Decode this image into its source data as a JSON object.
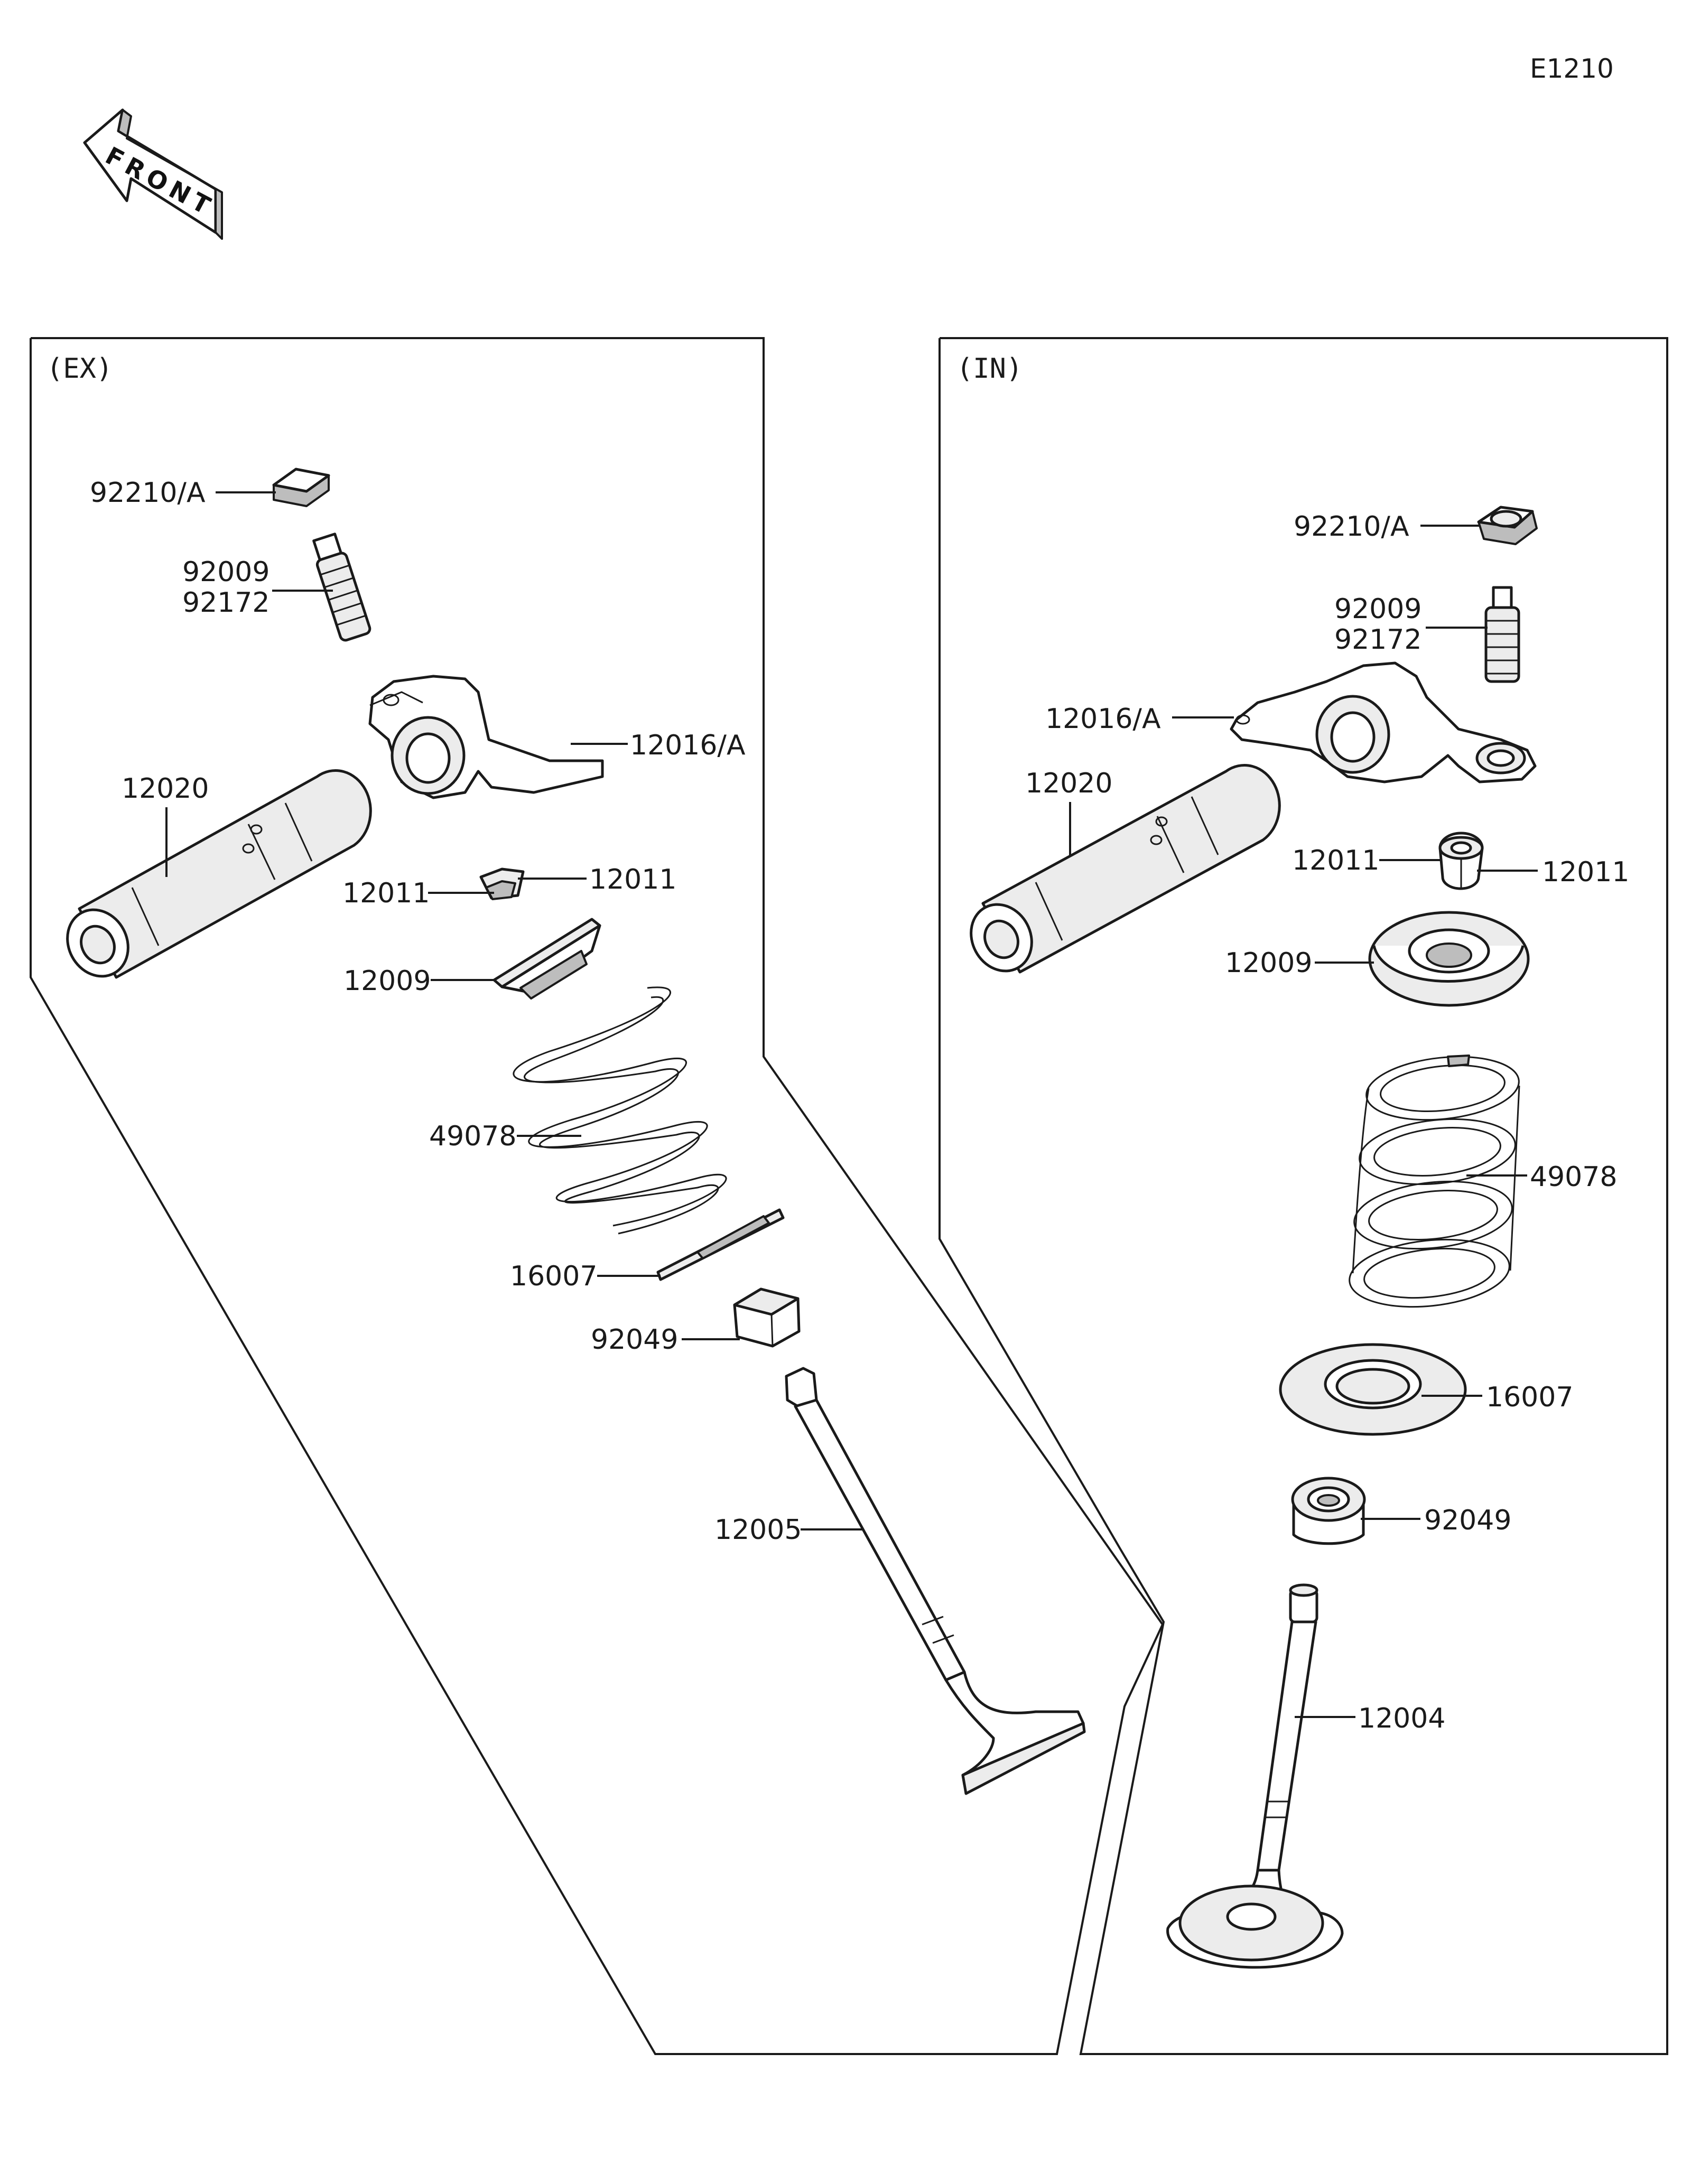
{
  "diagram_ref": "E1210",
  "front_arrow_label": "FRONT",
  "sections": {
    "ex": {
      "title": "(EX)",
      "labels": {
        "nut": "92210/A",
        "screw_a": "92009",
        "screw_b": "92172",
        "rocker_arm": "12016/A",
        "shaft": "12020",
        "keeper_left": "12011",
        "keeper_right": "12011",
        "retainer": "12009",
        "spring": "49078",
        "spring_seat": "16007",
        "seal": "92049",
        "valve": "12005"
      }
    },
    "in": {
      "title": "(IN)",
      "labels": {
        "nut": "92210/A",
        "screw_a": "92009",
        "screw_b": "92172",
        "rocker_arm": "12016/A",
        "shaft": "12020",
        "keeper_left": "12011",
        "keeper_right": "12011",
        "retainer": "12009",
        "spring": "49078",
        "spring_seat": "16007",
        "seal": "92049",
        "valve": "12004"
      }
    }
  }
}
